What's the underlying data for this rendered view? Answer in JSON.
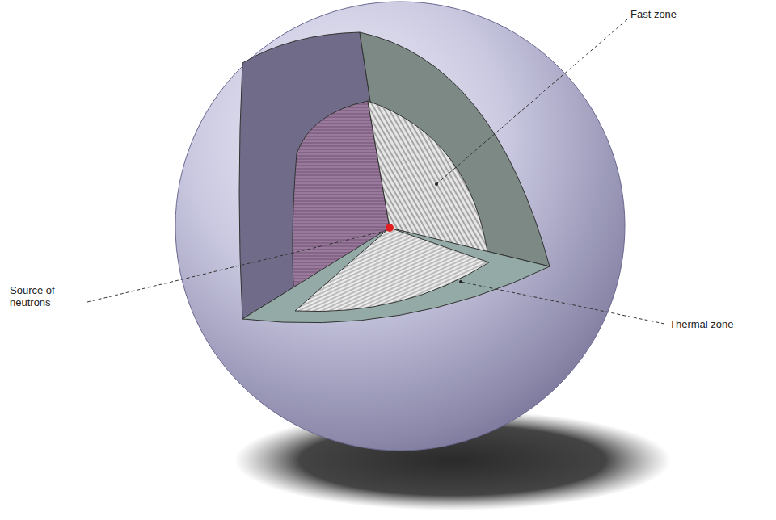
{
  "diagram": {
    "labels": [
      "Fast zone",
      "Source of neutrons",
      "Thermal zone"
    ]
  }
}
